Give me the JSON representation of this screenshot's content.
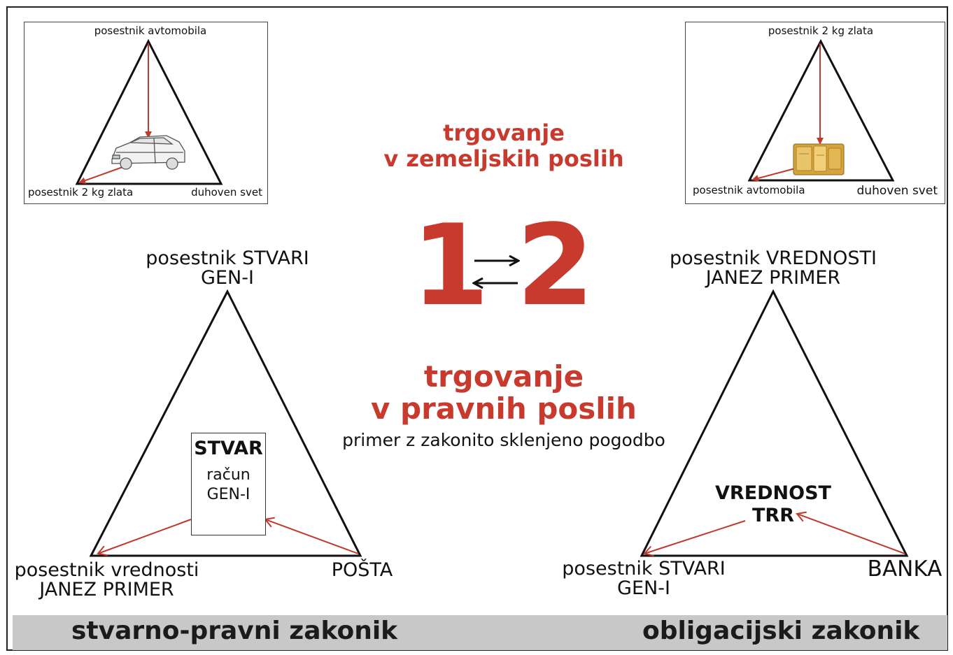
{
  "center": {
    "earthly_title_line1": "trgovanje",
    "earthly_title_line2": "v zemeljskih poslih",
    "digit_left": "1",
    "digit_right": "2",
    "legal_title_line1": "trgovanje",
    "legal_title_line2": "v pravnih poslih",
    "legal_subtitle": "primer z zakonito sklenjeno pogodbo"
  },
  "top_left_panel": {
    "apex_label": "posestnik avtomobila",
    "bottom_left_label": "posestnik 2 kg zlata",
    "bottom_right_label": "duhoven svet",
    "image": "car-illustration"
  },
  "top_right_panel": {
    "apex_label": "posestnik 2 kg zlata",
    "bottom_left_label": "posestnik avtomobila",
    "bottom_right_label": "duhoven svet",
    "image": "gold-bars-illustration"
  },
  "left_triangle": {
    "apex_line1": "posestnik STVARI",
    "apex_line2": "GEN-I",
    "bottom_left_line1": "posestnik vrednosti",
    "bottom_left_line2": "JANEZ PRIMER",
    "bottom_right": "POŠTA",
    "box_title": "STVAR",
    "box_line1": "račun",
    "box_line2": "GEN-I"
  },
  "right_triangle": {
    "apex_line1": "posestnik VREDNOSTI",
    "apex_line2": "JANEZ PRIMER",
    "bottom_left_line1": "posestnik STVARI",
    "bottom_left_line2": "GEN-I",
    "bottom_right": "BANKA",
    "center_line1": "VREDNOST",
    "center_line2": "TRR"
  },
  "footer": {
    "left_label": "stvarno-pravni zakonik",
    "right_label": "obligacijski zakonik"
  },
  "colors": {
    "accent_red": "#c83a2e",
    "arrow_red": "#c0392b",
    "bar_gray": "#c8c8c8",
    "line": "#111111"
  }
}
